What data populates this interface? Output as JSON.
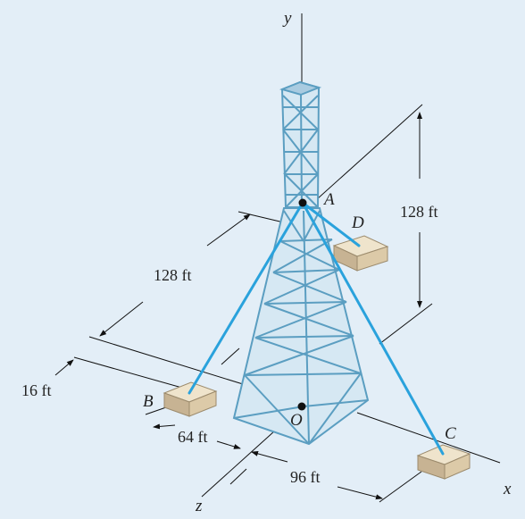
{
  "labels": {
    "axis_y": "y",
    "axis_x": "x",
    "axis_z": "z",
    "point_A": "A",
    "point_B": "B",
    "point_C": "C",
    "point_D": "D",
    "point_O": "O"
  },
  "dimensions": {
    "height": "128 ft",
    "depth": "128 ft",
    "offset_b": "16 ft",
    "dist_b": "64 ft",
    "dist_c": "96 ft"
  },
  "colors": {
    "background": "#e3eef7",
    "tower": "#5b9ec1",
    "cable": "#2aa2dc",
    "anchor_top": "#efe4cc",
    "anchor_side": "#c7b393"
  }
}
